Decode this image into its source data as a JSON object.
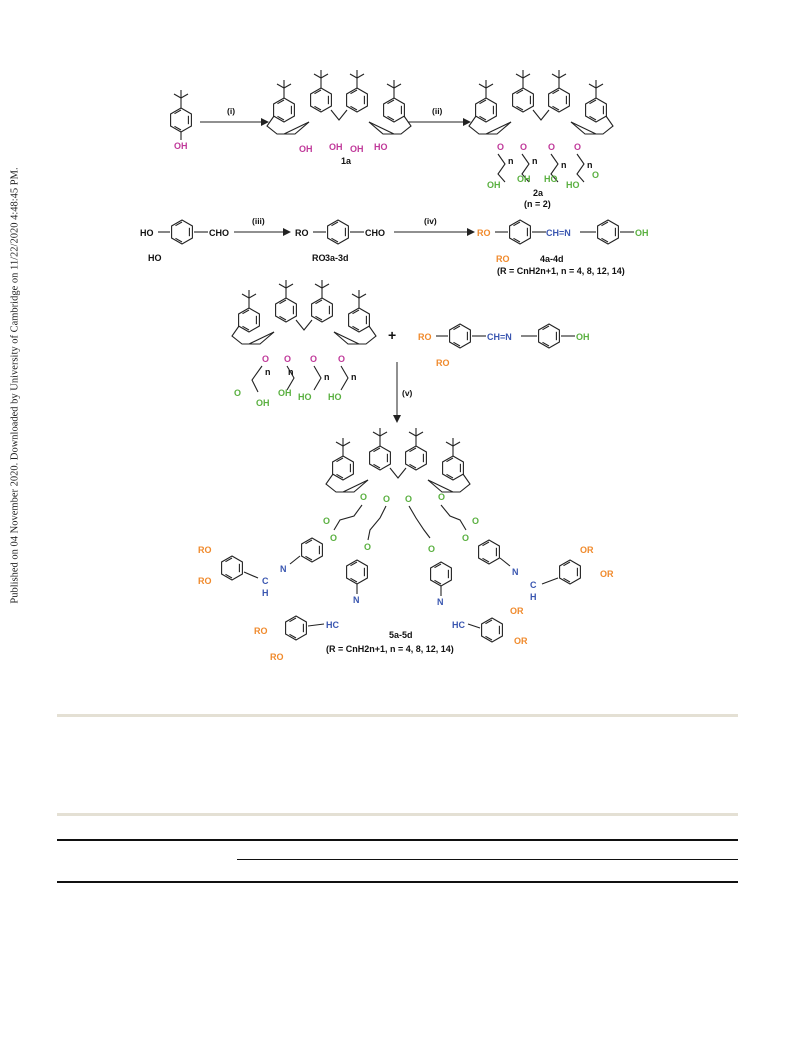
{
  "sidebar": {
    "text": "Published on 04 November 2020. Downloaded by University of Cambridge on 11/22/2020 4:48:45 PM."
  },
  "scheme": {
    "reagents": [
      "(i)",
      "(ii)",
      "(iii)",
      "(iv)",
      "(v)"
    ],
    "compounds": {
      "c1a": "1a",
      "c2a": "2a",
      "c2a_note": "(n = 2)",
      "c3": "3a-3d",
      "c4": "4a-4d",
      "c4_note": "(R = CnH2n+1, n = 4, 8, 12, 14)",
      "c5": "5a-5d",
      "c5_note": "(R = CnH2n+1, n = 4, 8, 12, 14)"
    },
    "atoms": {
      "oh": "OH",
      "ho": "HO",
      "ro": "RO",
      "or": "OR",
      "cho": "CHO",
      "imine": "CH=N",
      "n": "N",
      "hc": "HC",
      "c": "C",
      "h": "H",
      "o": "O",
      "nsub": "n",
      "plus": "+"
    },
    "colors": {
      "magenta": "#c0399a",
      "green": "#5ab040",
      "orange": "#f08a2c",
      "blue": "#3a56b0",
      "bond": "#222222"
    }
  }
}
